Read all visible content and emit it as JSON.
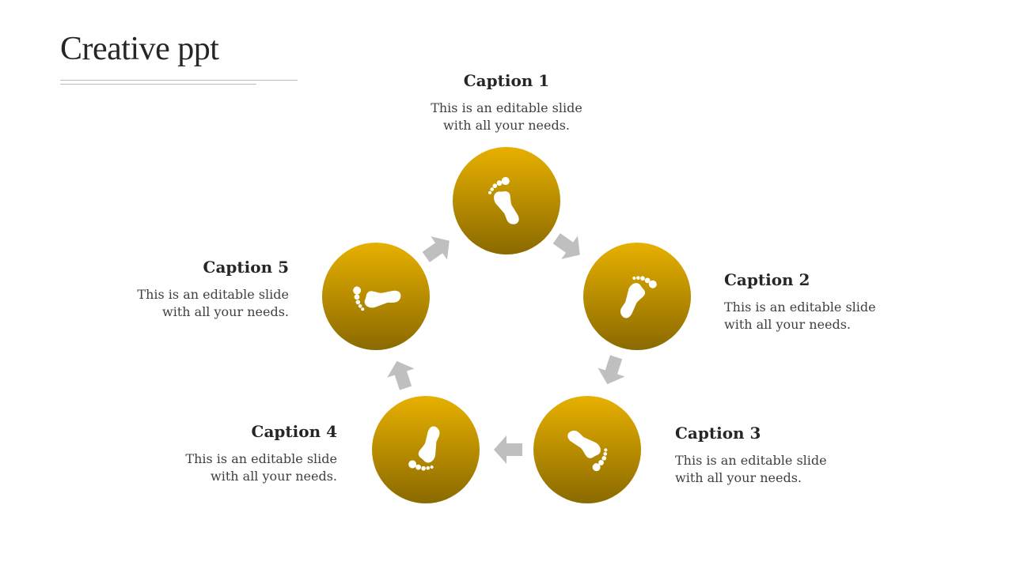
{
  "title": "Creative ppt",
  "colors": {
    "circle_top": "#e7b000",
    "circle_bottom": "#8a6a00",
    "arrow": "#bfbfbf"
  },
  "icon": "footprint-icon",
  "steps": [
    {
      "caption": "Caption 1",
      "text": "This is an editable slide with all your needs."
    },
    {
      "caption": "Caption 2",
      "text": "This is an editable slide with all your needs."
    },
    {
      "caption": "Caption 3",
      "text": "This is an editable slide with all your needs."
    },
    {
      "caption": "Caption 4",
      "text": "This is an editable slide with all your needs."
    },
    {
      "caption": "Caption 5",
      "text": "This is an editable slide with all your needs."
    }
  ]
}
